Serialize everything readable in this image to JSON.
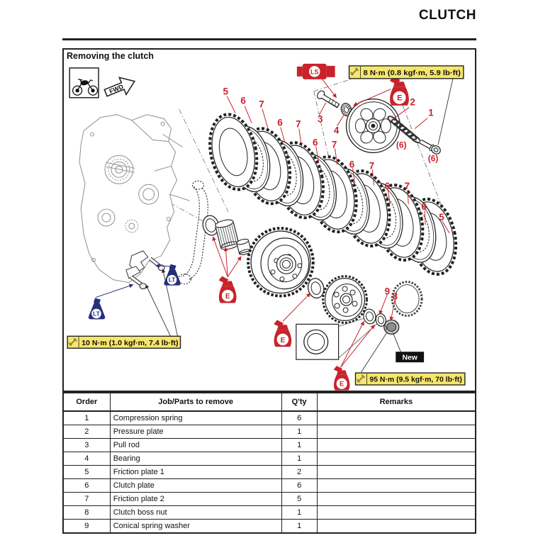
{
  "page": {
    "title": "CLUTCH"
  },
  "figure": {
    "caption": "Removing the clutch",
    "fwd_label": "FWD",
    "new_label": "New",
    "torque_specs": [
      "8 N·m (0.8 kgf·m, 5.9 lb·ft)",
      "10 N·m (1.0 kgf·m, 7.4 lb·ft)",
      "95 N·m (9.5 kgf·m, 70 lb·ft)"
    ],
    "symbols": {
      "ls": "LS",
      "lt": "LT",
      "e": "E"
    },
    "callouts": [
      "5",
      "6",
      "7",
      "6",
      "7",
      "3",
      "4",
      "6",
      "7",
      "6",
      "7",
      "6",
      "7",
      "6",
      "5",
      "2",
      "1",
      "(6)",
      "(6)",
      "9",
      "8"
    ]
  },
  "table": {
    "headers": [
      "Order",
      "Job/Parts to remove",
      "Q'ty",
      "Remarks"
    ],
    "rows": [
      {
        "order": "1",
        "job": "Compression spring",
        "qty": "6",
        "remarks": ""
      },
      {
        "order": "2",
        "job": "Pressure plate",
        "qty": "1",
        "remarks": ""
      },
      {
        "order": "3",
        "job": "Pull rod",
        "qty": "1",
        "remarks": ""
      },
      {
        "order": "4",
        "job": "Bearing",
        "qty": "1",
        "remarks": ""
      },
      {
        "order": "5",
        "job": "Friction plate 1",
        "qty": "2",
        "remarks": ""
      },
      {
        "order": "6",
        "job": "Clutch plate",
        "qty": "6",
        "remarks": ""
      },
      {
        "order": "7",
        "job": "Friction plate 2",
        "qty": "5",
        "remarks": ""
      },
      {
        "order": "8",
        "job": "Clutch boss nut",
        "qty": "1",
        "remarks": ""
      },
      {
        "order": "9",
        "job": "Conical spring washer",
        "qty": "1",
        "remarks": ""
      }
    ]
  },
  "colors": {
    "callout_red": "#c8232c",
    "loctite_blue": "#25307b",
    "torque_yellow": "#f6e66a"
  }
}
